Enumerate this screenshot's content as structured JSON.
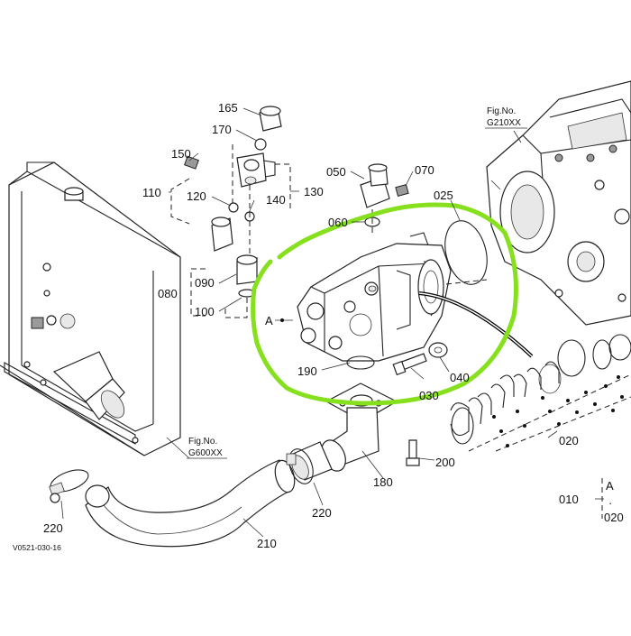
{
  "diagram": {
    "callouts": {
      "p165": "165",
      "p170": "170",
      "p150": "150",
      "p110": "110",
      "p120": "120",
      "p140": "140",
      "p130": "130",
      "p090": "090",
      "p080": "080",
      "p100": "100",
      "p050": "050",
      "p070": "070",
      "p060": "060",
      "p025": "025",
      "pA": "A",
      "p190": "190",
      "p030": "030",
      "p040": "040",
      "p020": "020",
      "p200": "200",
      "p180": "180",
      "p220a": "220",
      "p220b": "220",
      "p210": "210",
      "p010": "010",
      "legendA": "A",
      "legend020": "020"
    },
    "figure_refs": {
      "top_label": "Fig.No.",
      "top_value": "G210XX",
      "bottom_label": "Fig.No.",
      "bottom_value": "G600XX"
    },
    "drawing_code": "V0521-030-16",
    "highlight_color": "#86e01e"
  }
}
